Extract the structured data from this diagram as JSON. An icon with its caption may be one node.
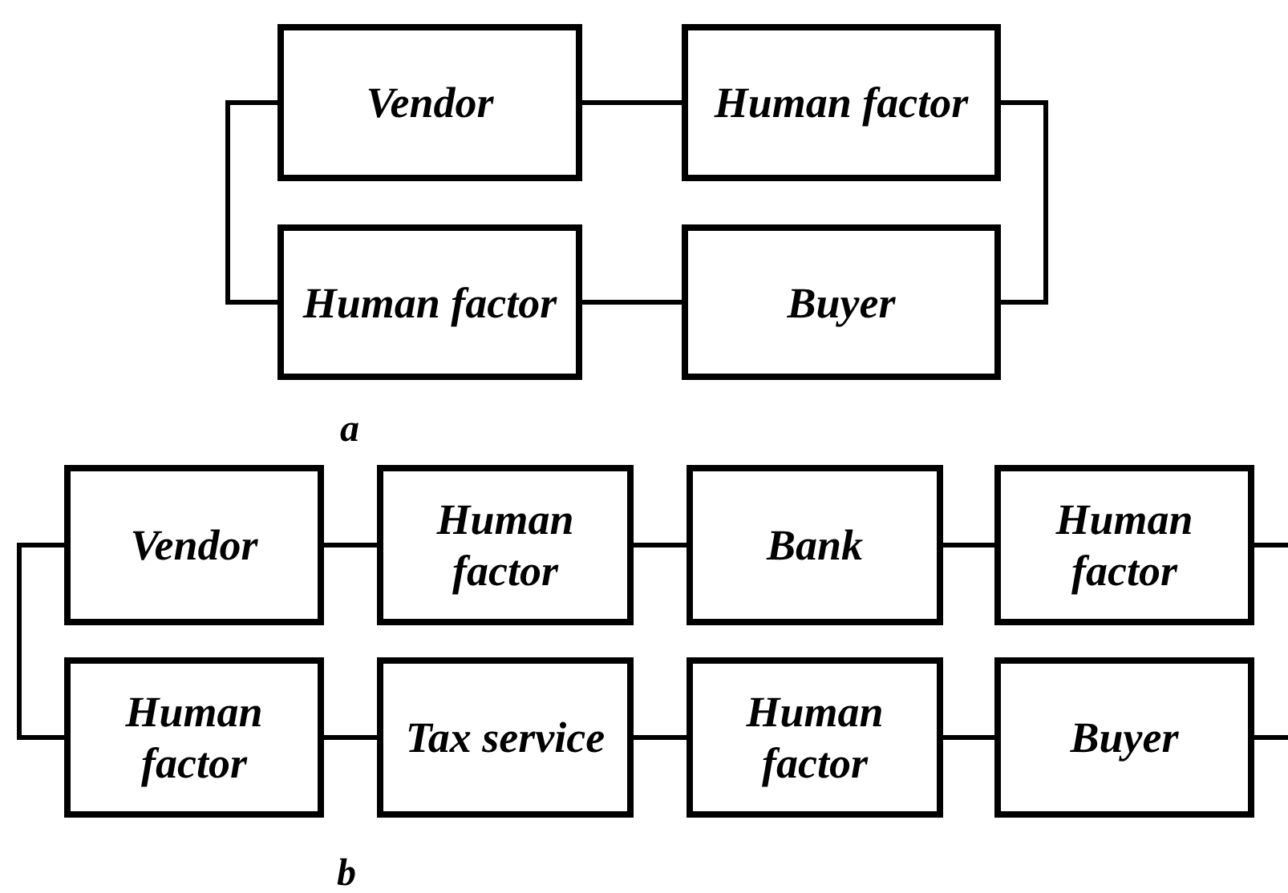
{
  "diagram": {
    "nodes": [
      {
        "text": [
          "Vendor"
        ]
      },
      {
        "text": [
          "Human factor"
        ]
      },
      {
        "text": [
          "Human factor"
        ]
      },
      {
        "text": [
          "Buyer"
        ]
      },
      {
        "text": [
          "Vendor"
        ]
      },
      {
        "text": [
          "Human factor"
        ]
      },
      {
        "text": [
          "Bank"
        ]
      },
      {
        "text": [
          "Human factor"
        ]
      },
      {
        "text": [
          "Human factor"
        ]
      },
      {
        "text": [
          "Tax service"
        ]
      },
      {
        "text": [
          "Human factor"
        ]
      },
      {
        "text": [
          "Buyer"
        ]
      }
    ],
    "edges": [
      {
        "from": 0,
        "to": 1,
        "arrow": "none"
      },
      {
        "from": 0,
        "to": 2,
        "arrow": "none"
      },
      {
        "from": 1,
        "to": 3,
        "arrow": "none"
      },
      {
        "from": 2,
        "to": 3,
        "arrow": "none"
      },
      {
        "from": 4,
        "to": 5,
        "arrow": "none"
      },
      {
        "from": 5,
        "to": 6,
        "arrow": "none"
      },
      {
        "from": 6,
        "to": 7,
        "arrow": "none"
      },
      {
        "from": 4,
        "to": 8,
        "arrow": "none"
      },
      {
        "from": 8,
        "to": 9,
        "arrow": "none"
      },
      {
        "from": 9,
        "to": 10,
        "arrow": "none"
      },
      {
        "from": 10,
        "to": 11,
        "arrow": "none"
      },
      {
        "from": 7,
        "to": null,
        "arrow": "none"
      },
      {
        "from": 11,
        "to": null,
        "arrow": "none"
      }
    ],
    "labels": [
      "a",
      "b"
    ]
  }
}
